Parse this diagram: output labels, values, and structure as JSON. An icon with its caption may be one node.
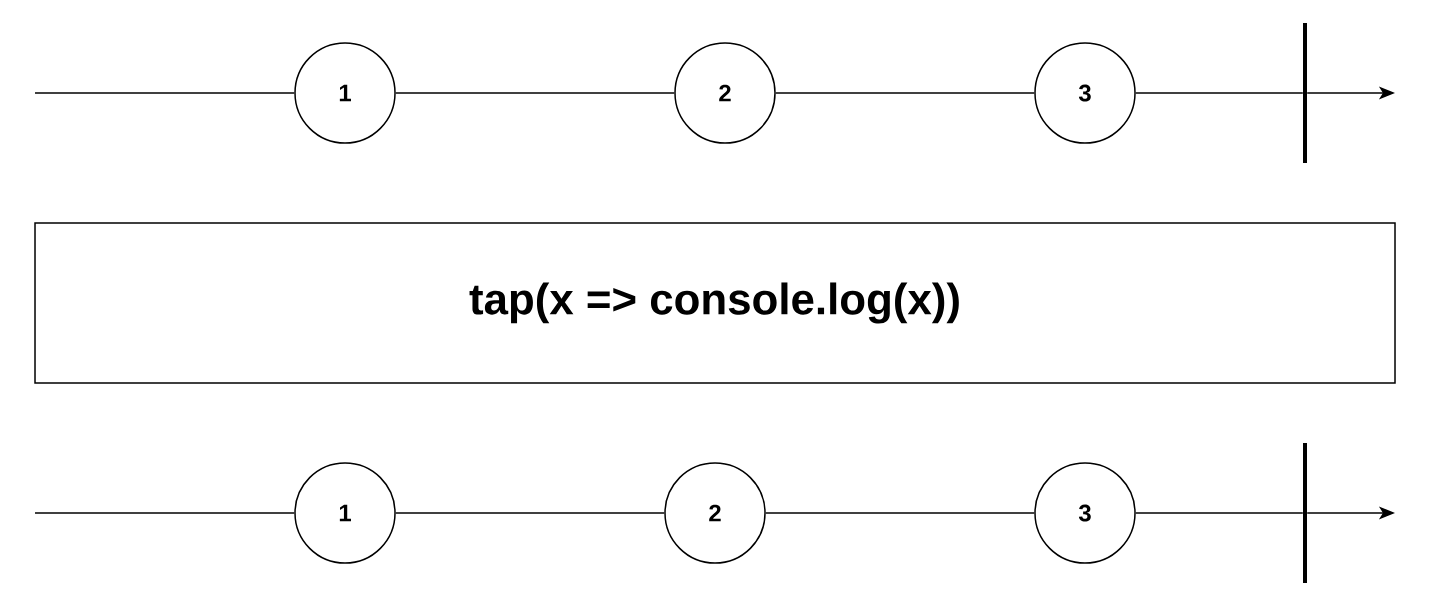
{
  "diagram": {
    "nodes": [
      {
        "text": [
          "1"
        ]
      },
      {
        "text": [
          "2"
        ]
      },
      {
        "text": [
          "3"
        ]
      },
      {
        "text": [],
        "shape": "bar"
      },
      {
        "text": [
          "tap(x => console.log(x))"
        ]
      },
      {
        "text": [
          "1"
        ]
      },
      {
        "text": [
          "2"
        ]
      },
      {
        "text": [
          "3"
        ]
      },
      {
        "text": [],
        "shape": "bar"
      }
    ],
    "edges": [
      {
        "from": null,
        "to": 0,
        "arrow": "none"
      },
      {
        "from": 0,
        "to": 1,
        "arrow": "none"
      },
      {
        "from": 1,
        "to": 2,
        "arrow": "none"
      },
      {
        "from": 2,
        "to": 3,
        "arrow": "none"
      },
      {
        "from": 3,
        "to": null,
        "arrow": "to"
      },
      {
        "from": null,
        "to": 5,
        "arrow": "none"
      },
      {
        "from": 5,
        "to": 6,
        "arrow": "none"
      },
      {
        "from": 6,
        "to": 7,
        "arrow": "none"
      },
      {
        "from": 7,
        "to": 8,
        "arrow": "none"
      },
      {
        "from": 8,
        "to": null,
        "arrow": "to"
      }
    ]
  }
}
